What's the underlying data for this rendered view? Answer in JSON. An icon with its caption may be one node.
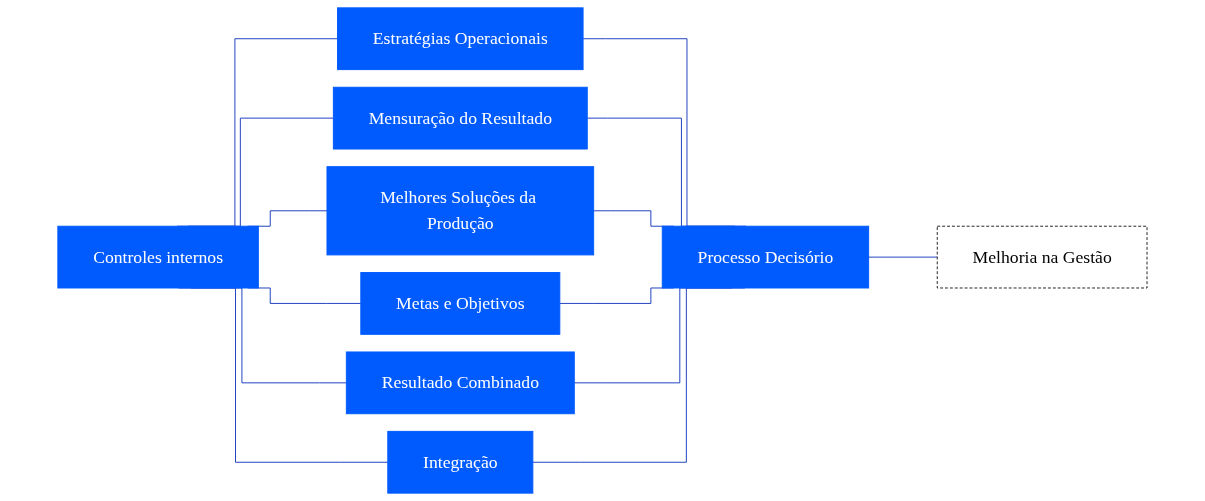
{
  "diagram": {
    "nodes": [
      {
        "text": [
          "Controles internos"
        ]
      },
      {
        "text": [
          "Estratégias Operacionais"
        ]
      },
      {
        "text": [
          "Mensuração do Resultado"
        ]
      },
      {
        "text": [
          "Melhores Soluções da Produção"
        ]
      },
      {
        "text": [
          "Metas e Objetivos"
        ]
      },
      {
        "text": [
          "Resultado Combinado"
        ]
      },
      {
        "text": [
          "Integração"
        ]
      },
      {
        "text": [
          "Processo Decisório"
        ]
      },
      {
        "text": [
          "Melhoria na Gestão"
        ]
      }
    ],
    "edges": [
      {
        "from": 0,
        "to": 1,
        "arrow": "none"
      },
      {
        "from": 0,
        "to": 2,
        "arrow": "none"
      },
      {
        "from": 0,
        "to": 3,
        "arrow": "none"
      },
      {
        "from": 0,
        "to": 4,
        "arrow": "none"
      },
      {
        "from": 0,
        "to": 5,
        "arrow": "none"
      },
      {
        "from": 0,
        "to": 6,
        "arrow": "none"
      },
      {
        "from": 1,
        "to": 7,
        "arrow": "none"
      },
      {
        "from": 2,
        "to": 7,
        "arrow": "none"
      },
      {
        "from": 3,
        "to": 7,
        "arrow": "none"
      },
      {
        "from": 4,
        "to": 7,
        "arrow": "none"
      },
      {
        "from": 5,
        "to": 7,
        "arrow": "none"
      },
      {
        "from": 6,
        "to": 7,
        "arrow": "none"
      },
      {
        "from": 7,
        "to": 8,
        "arrow": "none"
      }
    ]
  }
}
